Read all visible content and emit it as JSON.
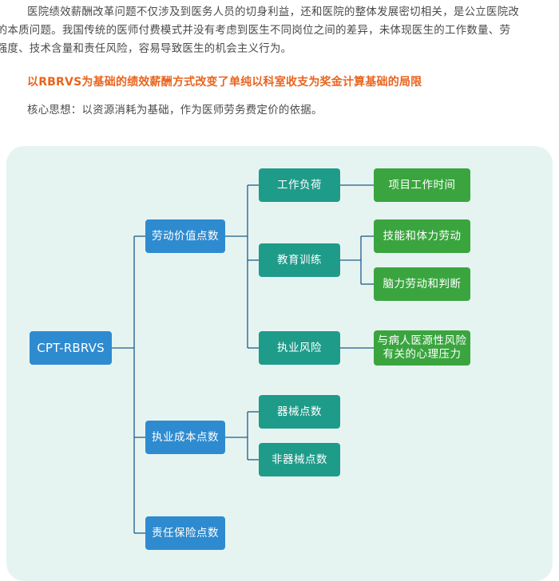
{
  "intro": {
    "line1": "医院绩效薪酬改革问题不仅涉及到医务人员的切身利益，还和医院的整体发展密切相关，是公立医院改",
    "line2": "革的本质问题。我国传统的医师付费模式并没有考虑到医生不同岗位之间的差异，未体现医生的工作数量、劳",
    "line3": "动强度、技术含量和责任风险，容易导致医生的机会主义行为。"
  },
  "highlight": "以RBRVS为基础的绩效薪酬方式改变了单纯以科室收支为奖金计算基础的局限",
  "core_idea": "核心思想：以资源消耗为基础，作为医师劳务费定价的依据。",
  "diagram": {
    "root": "CPT-RBRVS",
    "labor": "劳动价值点数",
    "practice_cost": "执业成本点数",
    "liability": "责任保险点数",
    "workload": "工作负荷",
    "education": "教育训练",
    "practice_risk": "执业风险",
    "project_time": "项目工作时间",
    "skill_physical": "技能和体力劳动",
    "mental_judgment": "脑力劳动和判断",
    "psych_pressure_1": "与病人医源性风险",
    "psych_pressure_2": "有关的心理压力",
    "device_points": "器械点数",
    "non_device_points": "非器械点数"
  },
  "colors": {
    "panel": "#e6f4f1",
    "blue": "#2e8bd0",
    "teal": "#1f9b8a",
    "green": "#3aa53f",
    "highlight": "#e8641e"
  }
}
